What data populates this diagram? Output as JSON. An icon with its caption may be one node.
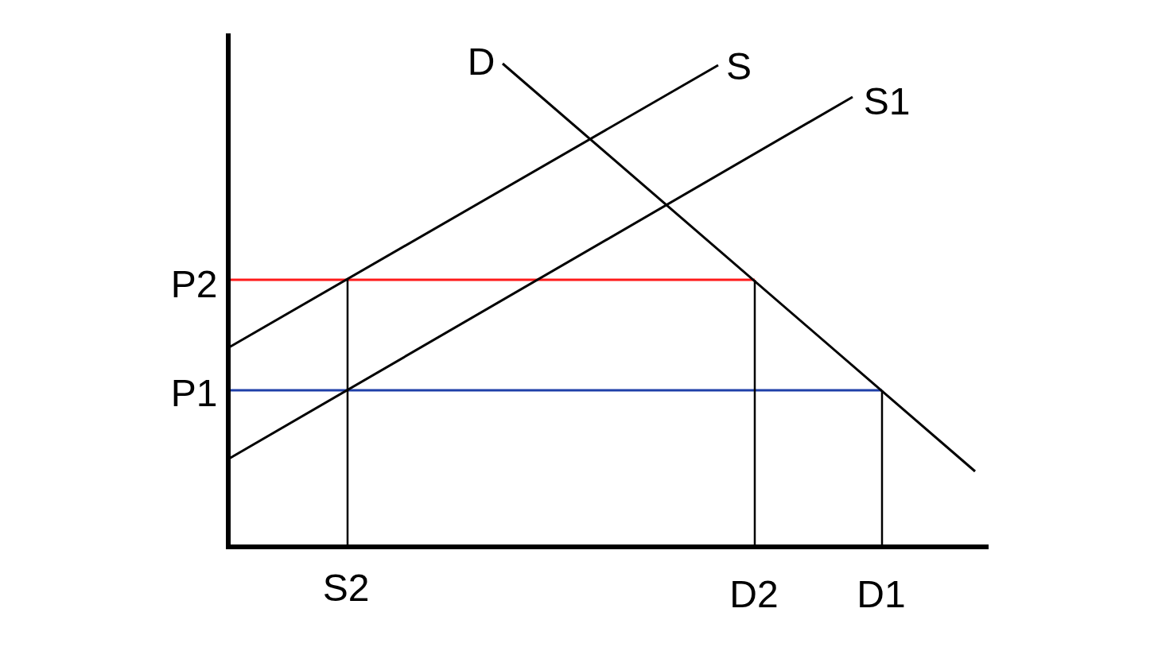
{
  "diagram": {
    "labels": [
      "D",
      "S",
      "S1",
      "P2",
      "P1",
      "S2",
      "D2",
      "D1"
    ]
  }
}
